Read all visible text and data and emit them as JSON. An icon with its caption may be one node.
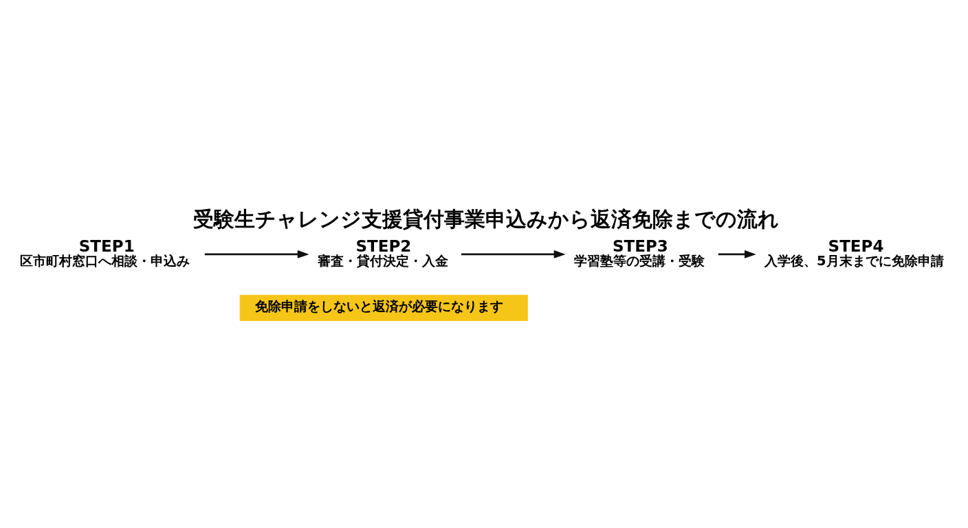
{
  "diagram": {
    "title": "受験生チャレンジ支援貸付事業申込みから返済免除までの流れ",
    "nodes": [
      {
        "text": [
          "STEP1",
          "区市町村窓口へ相談・申込み"
        ]
      },
      {
        "text": [
          "STEP2",
          "審査・貸付決定・入金"
        ]
      },
      {
        "text": [
          "STEP3",
          "学習塾等の受講・受験"
        ]
      },
      {
        "text": [
          "STEP4",
          "入学後、5月末までに免除申請"
        ]
      },
      {
        "text": [
          "免除申請をしないと返済が必要になります"
        ]
      }
    ],
    "edges": [
      {
        "from": 0,
        "to": 1,
        "arrow": "to"
      },
      {
        "from": 1,
        "to": 2,
        "arrow": "to"
      },
      {
        "from": 2,
        "to": 3,
        "arrow": "to"
      }
    ]
  }
}
